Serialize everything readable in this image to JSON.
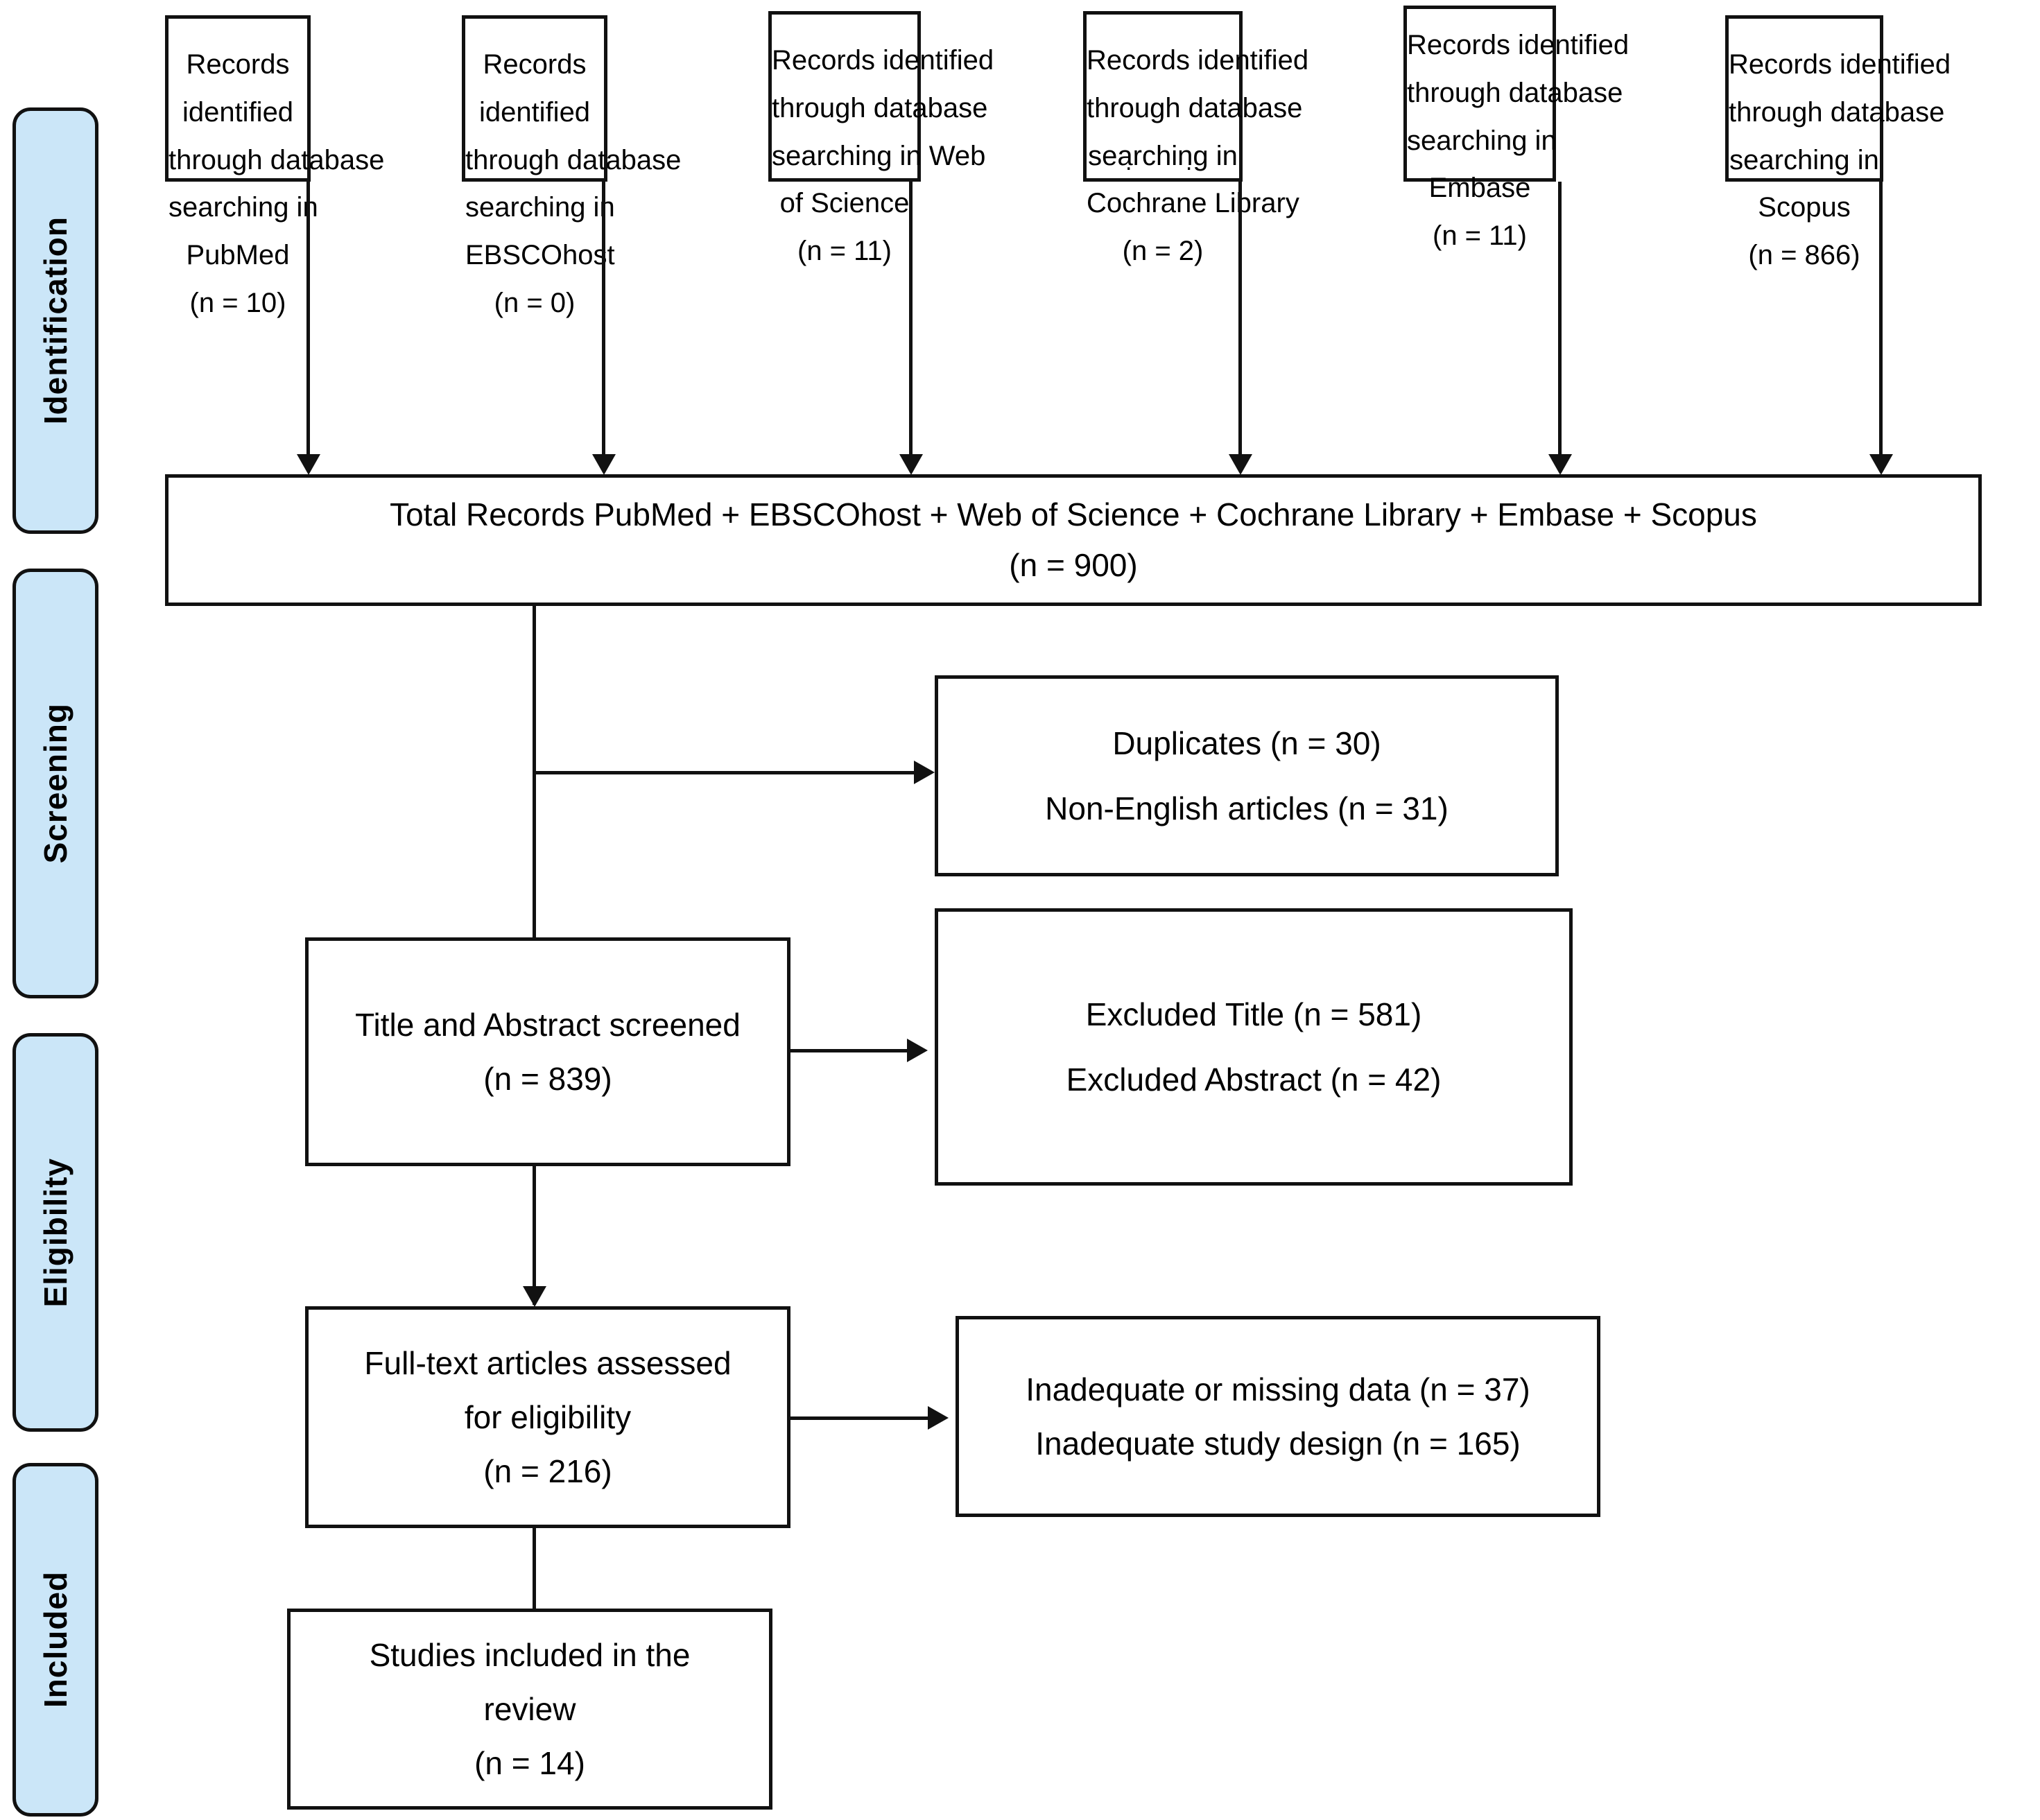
{
  "diagram": {
    "title": "PRISMA flow diagram",
    "accent_color": "#cbe6f8",
    "line_color": "#111111",
    "background": "#ffffff"
  },
  "stages": [
    {
      "id": "identification",
      "label": "Identification"
    },
    {
      "id": "screening",
      "label": "Screening"
    },
    {
      "id": "eligibility",
      "label": "Eligibility"
    },
    {
      "id": "included",
      "label": "Included"
    }
  ],
  "sources": [
    {
      "id": "pubmed",
      "database": "PubMed",
      "count": "10",
      "lines": [
        "Records",
        "identified",
        "through database",
        "searching in",
        "PubMed",
        "(n = 10)"
      ]
    },
    {
      "id": "ebscohost",
      "database": "EBSCOhost",
      "count": "0",
      "lines": [
        "Records",
        "identified",
        "through database",
        "searching in",
        "EBSCOhost",
        "(n = 0)"
      ]
    },
    {
      "id": "web-of-science",
      "database": "Web of Science",
      "count": "11",
      "lines": [
        "Records identified",
        "through database",
        "searching in Web",
        "of Science",
        "(n = 11)"
      ]
    },
    {
      "id": "cochrane-library",
      "database": "Cochrane Library",
      "count": "2",
      "lines": [
        "Records identified",
        "through database",
        "searching in",
        "Cochrane Library",
        "(n = 2)"
      ]
    },
    {
      "id": "embase",
      "database": "Embase",
      "count": "11",
      "lines": [
        "Records identified",
        "through database",
        "searching in",
        "Embase",
        "(n = 11)"
      ]
    },
    {
      "id": "scopus",
      "database": "Scopus",
      "count": "866",
      "lines": [
        "Records identified",
        "through database",
        "searching in",
        "Scopus",
        "(n = 866)"
      ]
    }
  ],
  "total_records": {
    "id": "total-records",
    "line1": "Total Records PubMed + EBSCOhost + Web of Science + Cochrane Library + Embase + Scopus",
    "line2": "(n = 900)",
    "count": "900"
  },
  "excluded_screening": {
    "id": "duplicates-and-non-english",
    "line1": "Duplicates (n = 30)",
    "line2": "Non-English articles (n = 31)",
    "duplicates": "30",
    "non_english": "31"
  },
  "title_abstract": {
    "id": "title-abstract-screened",
    "line1": "Title and Abstract screened",
    "line2": "(n = 839)",
    "count": "839"
  },
  "excluded_title_abstract": {
    "id": "excluded-title-abstract",
    "line1": "Excluded Title (n = 581)",
    "line2": "Excluded Abstract (n = 42)",
    "excluded_title": "581",
    "excluded_abstract": "42"
  },
  "full_text": {
    "id": "full-text-assessed",
    "line1": "Full-text articles assessed",
    "line2": "for eligibility",
    "line3": "(n = 216)",
    "count": "216"
  },
  "excluded_full_text": {
    "id": "excluded-full-text",
    "line1": "Inadequate or missing data (n = 37)",
    "line2": "Inadequate study design (n = 165)",
    "inadequate_data": "37",
    "inadequate_design": "165"
  },
  "included_studies": {
    "id": "studies-included",
    "line1": "Studies included in the",
    "line2": "review",
    "line3": "(n = 14)",
    "count": "14"
  },
  "artifacts": {
    "cochrane_stray_dots": ". ."
  }
}
